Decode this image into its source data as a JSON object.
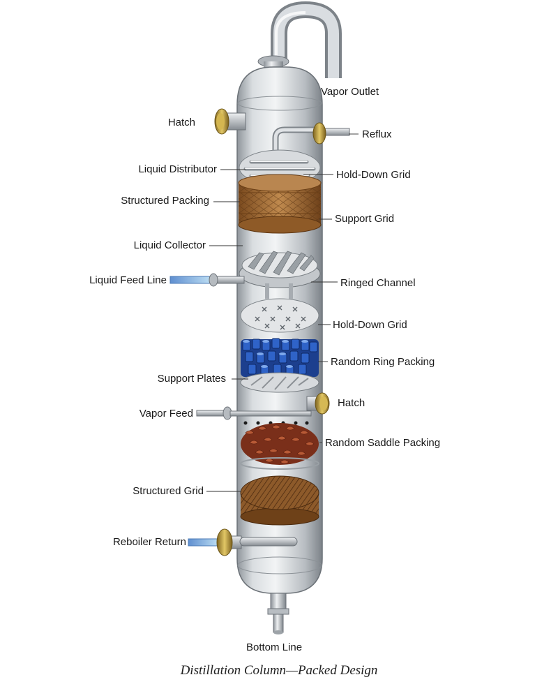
{
  "caption": "Distillation Column—Packed Design",
  "labels": {
    "vapor_outlet": "Vapor Outlet",
    "hatch_top": "Hatch",
    "reflux": "Reflux",
    "liquid_distributor": "Liquid Distributor",
    "hold_down_grid_top": "Hold-Down Grid",
    "structured_packing": "Structured Packing",
    "support_grid": "Support Grid",
    "liquid_collector": "Liquid Collector",
    "liquid_feed_line": "Liquid Feed Line",
    "ringed_channel": "Ringed Channel",
    "hold_down_grid_mid": "Hold-Down Grid",
    "random_ring_packing": "Random Ring Packing",
    "support_plates": "Support Plates",
    "hatch_mid": "Hatch",
    "vapor_feed": "Vapor Feed",
    "random_saddle_packing": "Random Saddle Packing",
    "structured_grid": "Structured Grid",
    "reboiler_return": "Reboiler Return",
    "bottom_line": "Bottom Line"
  },
  "colors": {
    "steel": "#c9cdd1",
    "brass": "#b89a3c",
    "copper": "#a8692f",
    "ring_blue": "#1f4fb0",
    "saddle_red": "#9c3a22",
    "feed_blue": "#8fc6e6"
  }
}
